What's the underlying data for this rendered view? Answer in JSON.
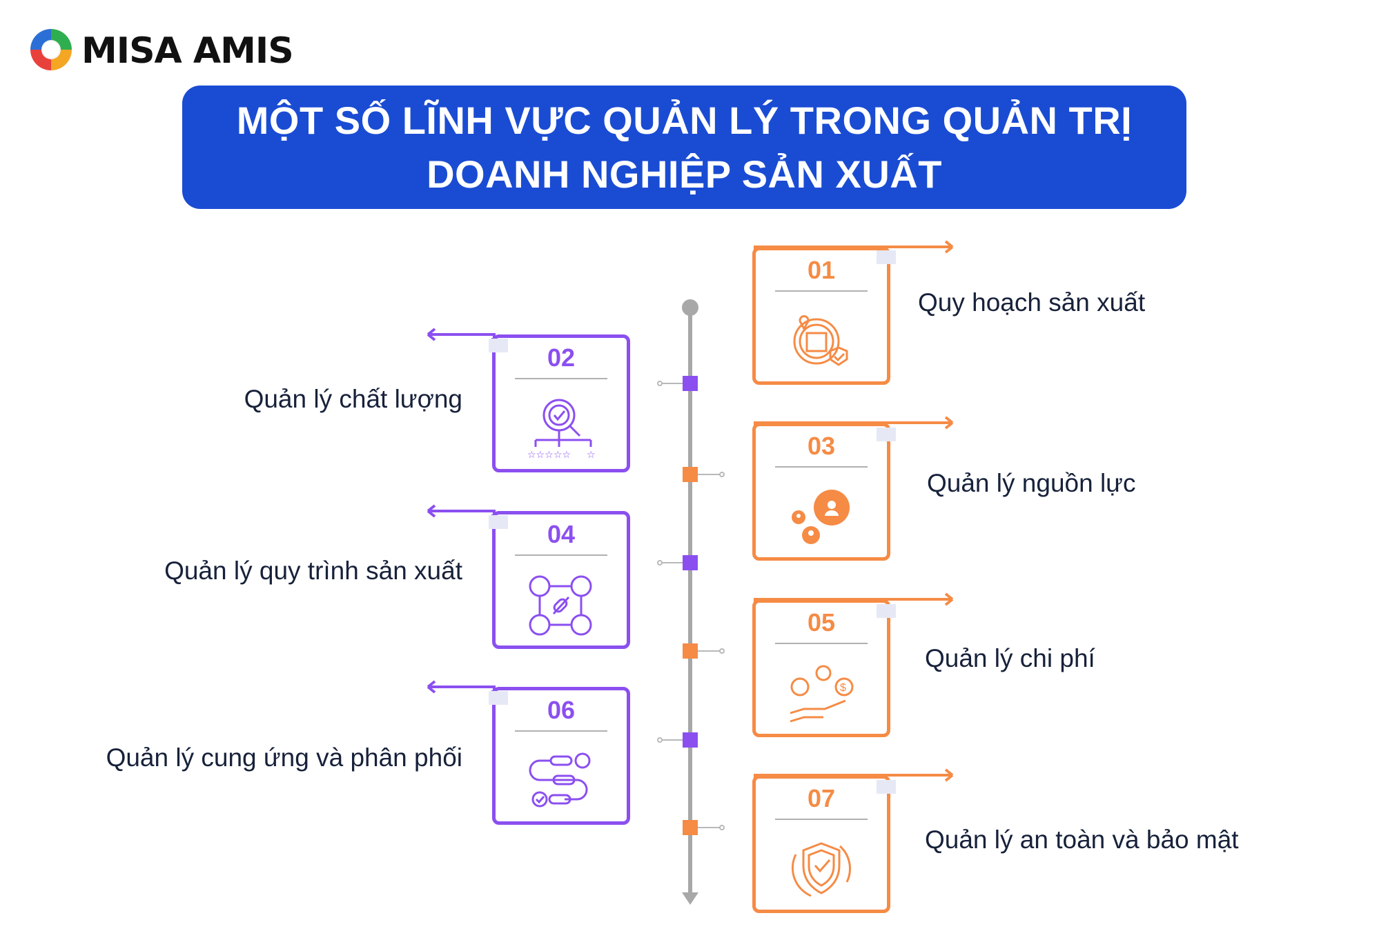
{
  "brand": {
    "name": "MISA AMIS"
  },
  "title": {
    "line1": "MỘT SỐ LĨNH VỰC QUẢN LÝ TRONG QUẢN TRỊ",
    "line2": "DOANH NGHIỆP SẢN XUẤT"
  },
  "colors": {
    "orange": "#f58b45",
    "purple": "#8b4ff0",
    "banner": "#1a4cd3",
    "axis": "#a8a8a8"
  },
  "items": [
    {
      "number": "01",
      "label": "Quy hoạch sản xuất",
      "side": "right",
      "icon": "factory-gear-icon"
    },
    {
      "number": "02",
      "label": "Quản lý chất lượng",
      "side": "left",
      "icon": "quality-search-icon"
    },
    {
      "number": "03",
      "label": "Quản lý nguồn lực",
      "side": "right",
      "icon": "people-gears-icon"
    },
    {
      "number": "04",
      "label": "Quản lý quy trình sản xuất",
      "side": "left",
      "icon": "process-network-icon"
    },
    {
      "number": "05",
      "label": "Quản lý chi phí",
      "side": "right",
      "icon": "cost-hand-icon"
    },
    {
      "number": "06",
      "label": "Quản lý cung ứng và phân phối",
      "side": "left",
      "icon": "supply-chain-icon"
    },
    {
      "number": "07",
      "label": "Quản lý an toàn và bảo mật",
      "side": "right",
      "icon": "security-shield-icon"
    }
  ]
}
